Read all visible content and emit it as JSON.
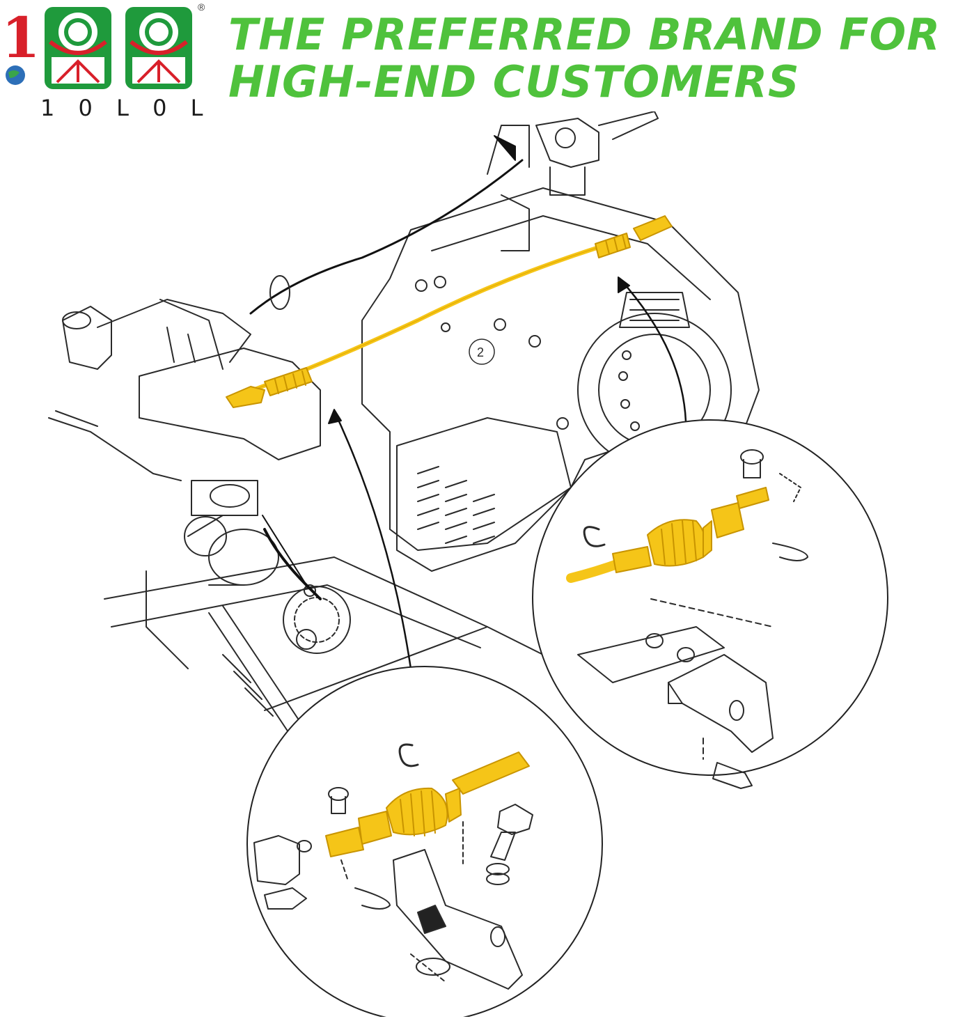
{
  "logo": {
    "mark": "1OLOL",
    "registered": "®",
    "brand_name": "1 0 L 0 L"
  },
  "headline": {
    "line1": "THE PREFERRED BRAND FOR",
    "line2": "HIGH-END CUSTOMERS"
  },
  "diagram": {
    "callout_number": "2"
  },
  "colors": {
    "headline_green": "#4fc23c",
    "cable_yellow": "#f5c518",
    "logo_red": "#d8202a",
    "logo_green": "#1f9a3c"
  }
}
